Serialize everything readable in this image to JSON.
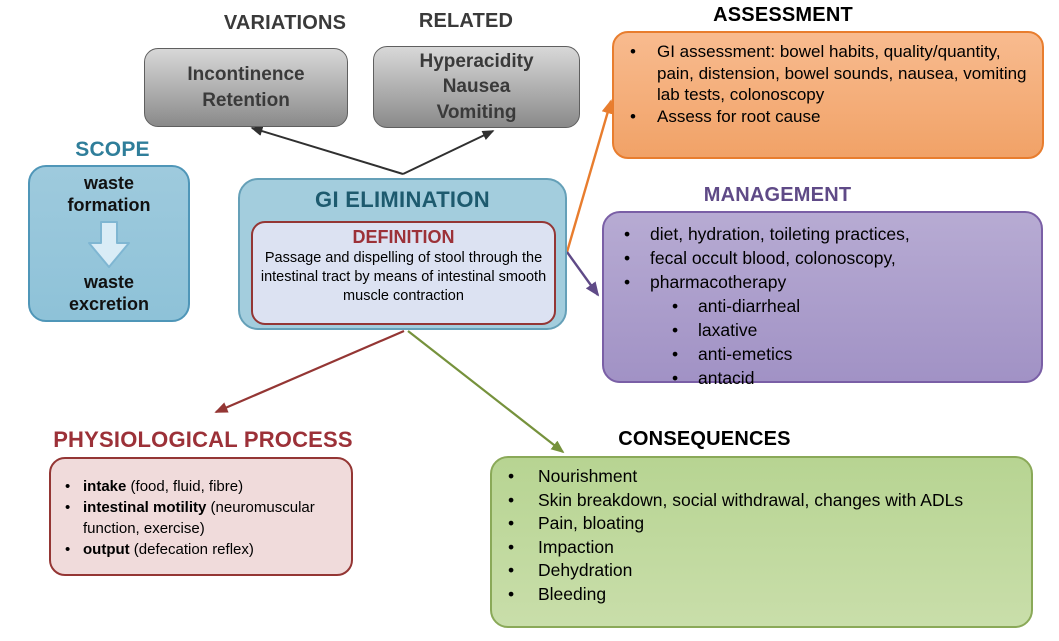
{
  "variations": {
    "heading": "VARIATIONS",
    "items": [
      "Incontinence",
      "Retention"
    ]
  },
  "related": {
    "heading": "RELATED",
    "items": [
      "Hyperacidity",
      "Nausea",
      "Vomiting"
    ]
  },
  "assessment": {
    "heading": "ASSESSMENT",
    "bullets": [
      "GI assessment: bowel habits, quality/quantity, pain, distension, bowel sounds, nausea, vomiting lab tests, colonoscopy",
      "Assess for root cause"
    ]
  },
  "scope": {
    "heading": "SCOPE",
    "step_top": "waste formation",
    "step_bottom": "waste excretion"
  },
  "central": {
    "title": "GI ELIMINATION",
    "definition_label": "DEFINITION",
    "definition_text": "Passage and dispelling of stool through the intestinal tract by means of intestinal smooth muscle contraction"
  },
  "management": {
    "heading": "MANAGEMENT",
    "bullets": [
      "diet, hydration, toileting practices,",
      "fecal occult blood, colonoscopy,",
      "pharmacotherapy"
    ],
    "sub_bullets": [
      "anti-diarrheal",
      "laxative",
      "anti-emetics",
      "antacid"
    ]
  },
  "physiological": {
    "heading": "PHYSIOLOGICAL PROCESS",
    "bullets": [
      {
        "bold": "intake",
        "rest": " (food, fluid, fibre)"
      },
      {
        "bold": "intestinal motility",
        "rest": " (neuromuscular function, exercise)"
      },
      {
        "bold": "output",
        "rest": " (defecation reflex)"
      }
    ]
  },
  "consequences": {
    "heading": "CONSEQUENCES",
    "bullets": [
      "Nourishment",
      "Skin breakdown, social withdrawal, changes with ADLs",
      "Pain, bloating",
      "Impaction",
      "Dehydration",
      "Bleeding"
    ]
  },
  "colors": {
    "gray_box_top": "#d8d8d8",
    "gray_box_bottom": "#8a8a8a",
    "gray_box_border": "#5f5f5f",
    "orange_fill_top": "#f8bb8f",
    "orange_fill_bottom": "#f1a267",
    "orange_border": "#e87d2e",
    "purple_fill_top": "#b7abd3",
    "purple_fill_bottom": "#a192c5",
    "purple_border": "#7a5fa6",
    "green_fill_top": "#b7d492",
    "green_fill_bottom": "#c9deaa",
    "green_border": "#8aa958",
    "blue_fill": "#a3cddd",
    "blue_border": "#65a0b8",
    "scope_fill_top": "#9ecadd",
    "scope_fill_bottom": "#8ec2d8",
    "scope_border": "#4f96b8",
    "definition_fill": "#dce2f2",
    "pink_fill": "#f0dbdb",
    "maroon": "#9c3138",
    "maroon_border": "#943634",
    "teal_heading": "#2f7e9a",
    "gi_title": "#1d5a6e",
    "purple_heading": "#5f4a87",
    "dark_text": "#3a3a3a",
    "arrow_black": "#303030",
    "arrow_orange": "#e87d2e",
    "arrow_purple": "#5f4a87",
    "arrow_maroon": "#943634",
    "arrow_green": "#76923c"
  }
}
